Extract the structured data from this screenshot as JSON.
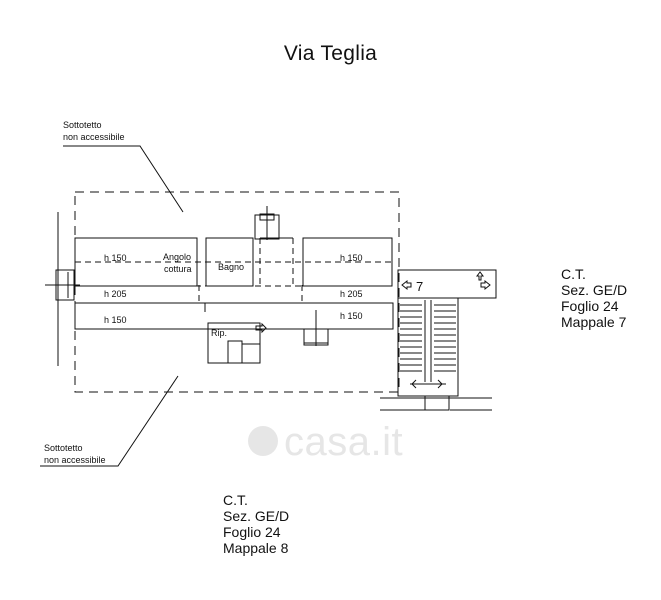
{
  "title": "Via Teglia",
  "labels": {
    "sottotetto_top_1": "Sottotetto",
    "sottotetto_top_2": "non accessibile",
    "sottotetto_bottom_1": "Sottotetto",
    "sottotetto_bottom_2": "non accessibile",
    "h150_left_top": "h 150",
    "h150_right_top": "h 150",
    "h205_left": "h 205",
    "h205_right": "h 205",
    "h150_left_bottom": "h 150",
    "h150_right_bottom": "h 150",
    "angolo_1": "Angolo",
    "angolo_2": "cottura",
    "bagno": "Bagno",
    "rip": "Rip.",
    "num_7": "7"
  },
  "ct_right": {
    "line1": "C.T.",
    "line2": "Sez.  GE/D",
    "line3": "Foglio  24",
    "line4": "Mappale  7"
  },
  "ct_bottom": {
    "line1": "C.T.",
    "line2": "Sez.  GE/D",
    "line3": "Foglio  24",
    "line4": "Mappale  8"
  },
  "watermark": "casa.it"
}
